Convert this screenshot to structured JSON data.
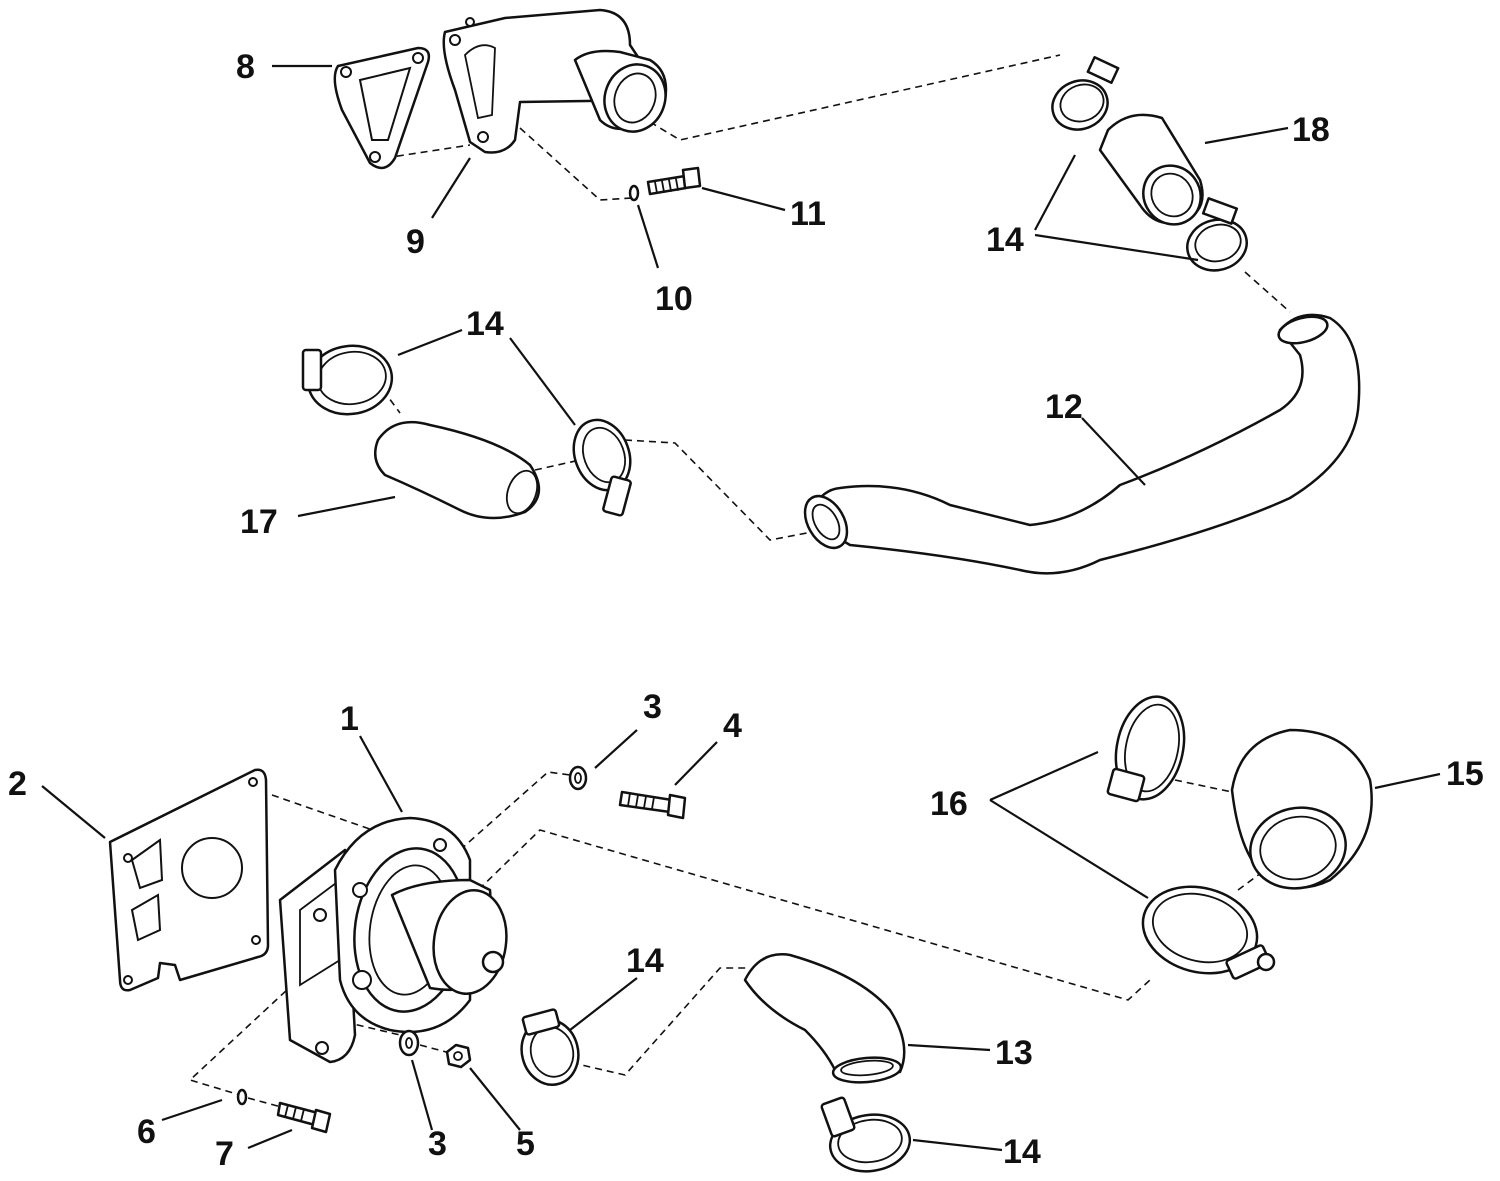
{
  "callouts": {
    "c8": "8",
    "c9": "9",
    "c10": "10",
    "c11": "11",
    "c18": "18",
    "c14_top": "14",
    "c14_mid": "14",
    "c17": "17",
    "c12": "12",
    "c1": "1",
    "c2": "2",
    "c3_top": "3",
    "c4": "4",
    "c16": "16",
    "c15": "15",
    "c14_low": "14",
    "c13": "13",
    "c14_bottom": "14",
    "c6": "6",
    "c7": "7",
    "c3_bottom": "3",
    "c5": "5"
  }
}
